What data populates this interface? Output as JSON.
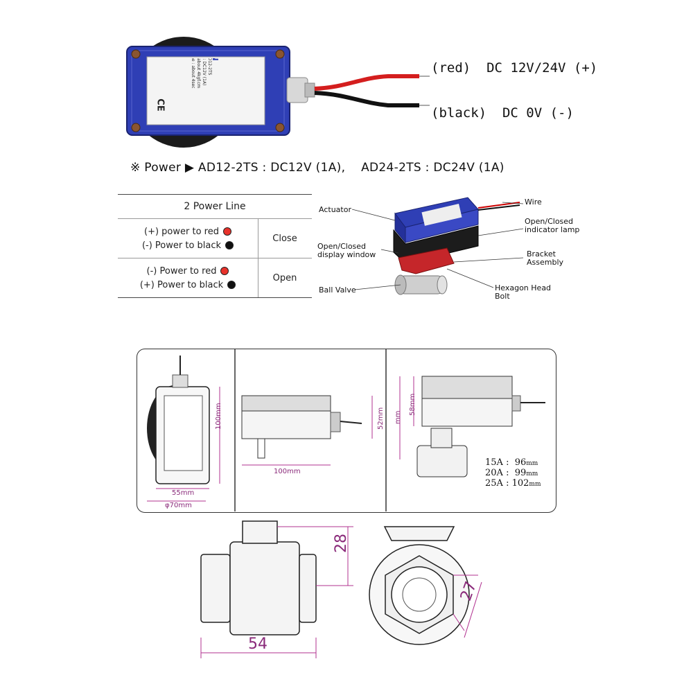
{
  "wiring": {
    "red_label": "(red)  DC 12V/24V (+)",
    "black_label": "(black)  DC 0V (-)"
  },
  "actuator_label": {
    "brand": "VAL ON",
    "model_line": "Model NO. : AD12-2TS",
    "supply_line": "Power Supply : DC12V (1A)",
    "torque_line": "Max. Torque : about 4kgf.cm",
    "time_line": "Operating Time : about 4sec",
    "ce": "CE"
  },
  "power_note": "※ Power ▶ AD12-2TS : DC12V (1A),    AD24-2TS : DC24V (1A)",
  "power_table": {
    "header": "2 Power Line",
    "rows": [
      {
        "lines": [
          {
            "text": "(+) power to red",
            "dot_color": "#e8322b"
          },
          {
            "text": "(-) Power to black",
            "dot_color": "#111111"
          }
        ],
        "action": "Close"
      },
      {
        "lines": [
          {
            "text": "(-) Power to red",
            "dot_color": "#e8322b"
          },
          {
            "text": "(+) Power to black",
            "dot_color": "#111111"
          }
        ],
        "action": "Open"
      }
    ]
  },
  "callouts": {
    "actuator": "Actuator",
    "wire": "Wire",
    "indicator": "Open/Closed\nindicator lamp",
    "display": "Open/Closed\ndisplay window",
    "bracket": "Bracket\nAssembly",
    "ball_valve": "Ball Valve",
    "hex_bolt": "Hexagon Head\nBolt"
  },
  "dimensions": {
    "front_height": "100mm",
    "front_width": "55mm",
    "front_dia": "φ70mm",
    "side_height": "52mm",
    "side_length": "100mm",
    "right_height": "58mm",
    "right_unit": "mm",
    "valve_height": "28",
    "valve_width": "54",
    "valve_hex": "27"
  },
  "size_table": [
    {
      "size": "15A",
      "value": "96",
      "unit": "mm"
    },
    {
      "size": "20A",
      "value": "99",
      "unit": "mm"
    },
    {
      "size": "25A",
      "value": "102",
      "unit": "mm"
    }
  ],
  "colors": {
    "actuator_blue": "#2f3fb5",
    "wire_red": "#d41e1e",
    "dimension_line": "#b0308f"
  }
}
